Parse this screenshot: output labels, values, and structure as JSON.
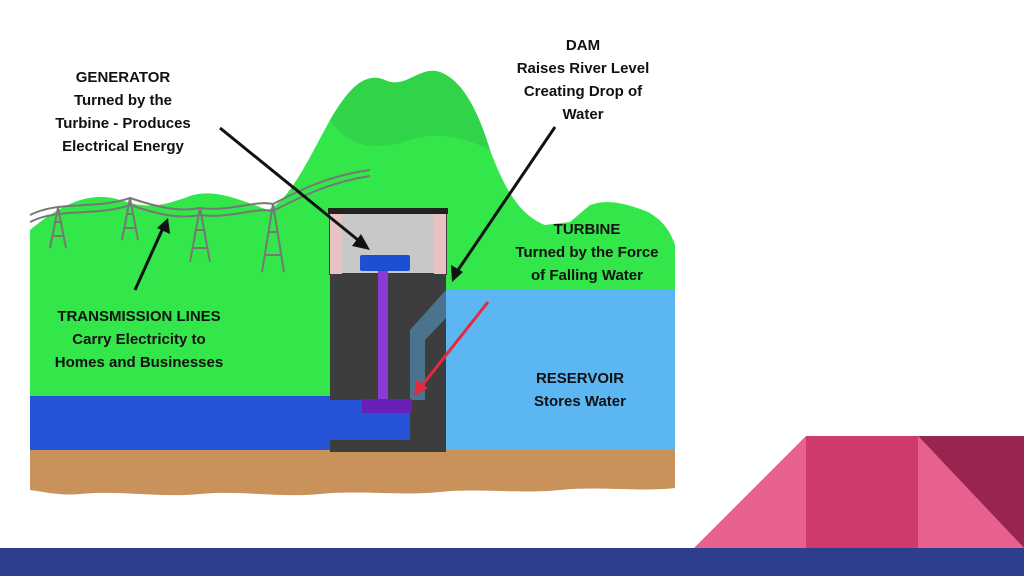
{
  "colors": {
    "hill": "#33e64a",
    "hill_dark": "#2fc448",
    "water_right": "#5cb6f2",
    "water_left": "#2753d8",
    "ground": "#c8925a",
    "dam": "#3d3d3d",
    "generator": "#1c4fd4",
    "turbine": "#6a1fb8",
    "shaft": "#8a3ad6",
    "arrow_black": "#111111",
    "arrow_red": "#e8283c",
    "accent_pink": "#e8608e",
    "accent_red": "#cf3a6a",
    "accent_maroon": "#9a2450",
    "bottom_bar": "#2c3e8c"
  },
  "labels": {
    "generator": [
      "GENERATOR",
      "Turned by the",
      "Turbine - Produces",
      "Electrical Energy"
    ],
    "dam": [
      "DAM",
      "Raises River Level",
      "Creating Drop of",
      "Water"
    ],
    "turbine": [
      "TURBINE",
      "Turned by the Force",
      "of Falling Water"
    ],
    "transmission": [
      "TRANSMISSION LINES",
      "Carry Electricity to",
      "Homes and Businesses"
    ],
    "reservoir": [
      "RESERVOIR",
      "Stores Water"
    ]
  }
}
